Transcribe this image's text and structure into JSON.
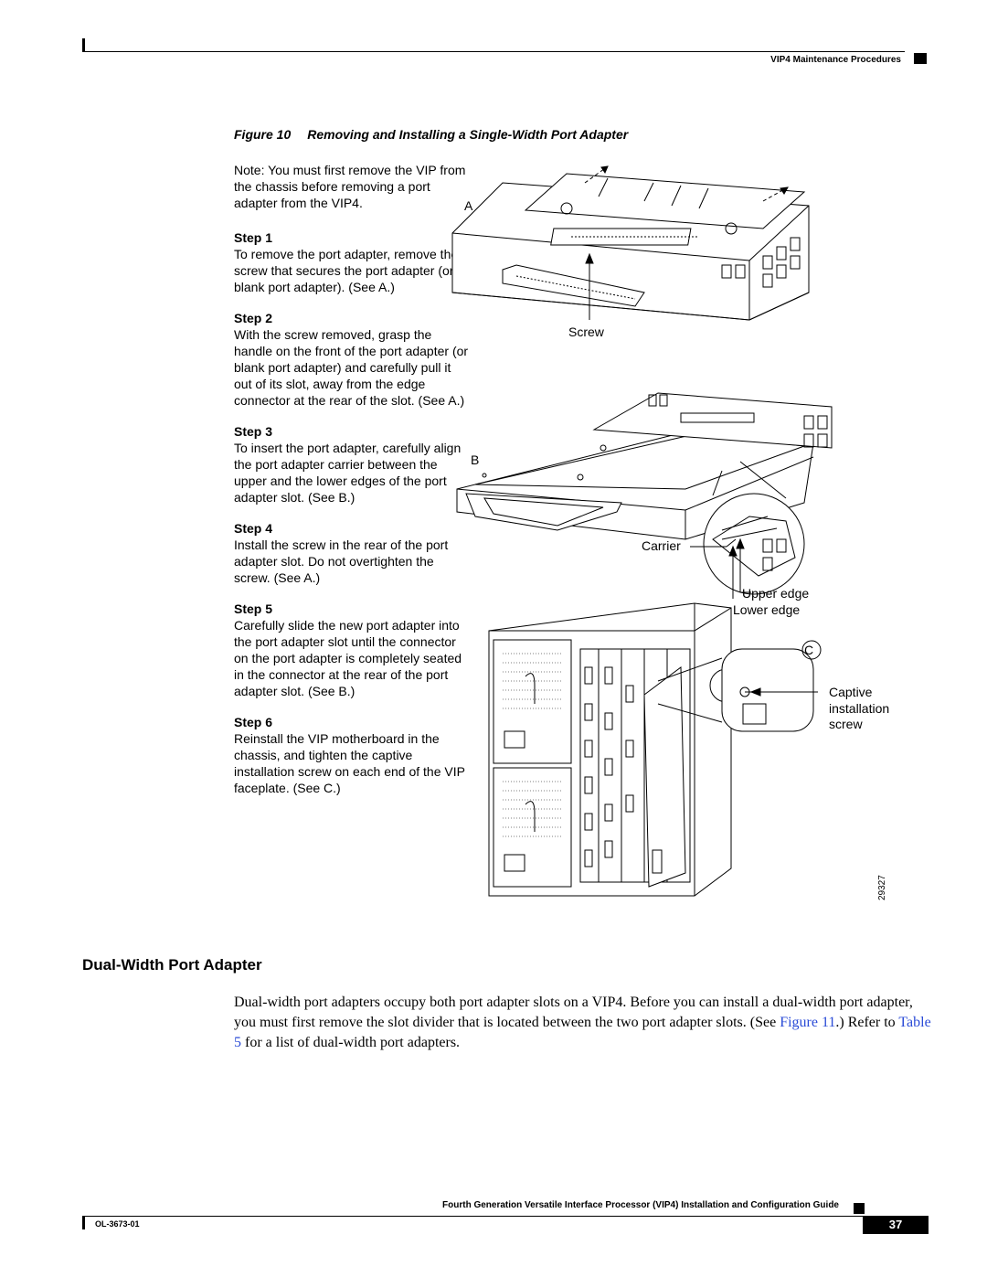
{
  "header": {
    "title": "VIP4 Maintenance Procedures"
  },
  "figure": {
    "number": "Figure 10",
    "caption": "Removing and Installing a Single-Width Port Adapter",
    "note": "Note: You must first remove the VIP from the chassis before removing a port adapter from the VIP4.",
    "steps": [
      {
        "label": "Step 1",
        "text": "To remove the port adapter, remove the screw that secures the port adapter (or blank port adapter). (See A.)"
      },
      {
        "label": "Step 2",
        "text": "With the screw removed, grasp the handle on the front of the port adapter (or blank port adapter) and carefully pull it out of its slot, away from the edge connector at the rear of the slot. (See A.)"
      },
      {
        "label": "Step 3",
        "text": "To insert the port adapter, carefully align the port adapter carrier between the upper and the lower edges of the port adapter slot. (See B.)"
      },
      {
        "label": "Step 4",
        "text": "Install the screw in the rear of the port adapter slot. Do not overtighten the screw. (See A.)"
      },
      {
        "label": "Step 5",
        "text": "Carefully slide the new port adapter into the port adapter slot until the connector on the port adapter is completely seated in the connector at the rear of the port adapter slot. (See B.)"
      },
      {
        "label": "Step 6",
        "text": "Reinstall the VIP motherboard in the chassis, and tighten the captive installation screw on each end of the VIP faceplate. (See C.)"
      }
    ],
    "callouts": {
      "a": "A",
      "b": "B",
      "c": "C",
      "screw": "Screw",
      "carrier": "Carrier",
      "upper_edge": "Upper edge",
      "lower_edge": "Lower edge",
      "captive_1": "Captive",
      "captive_2": "installation",
      "captive_3": "screw",
      "art_id": "29327"
    }
  },
  "section": {
    "heading": "Dual-Width Port Adapter",
    "para_before": "Dual-width port adapters occupy both port adapter slots on a VIP4. Before you can install a dual-width port adapter, you must first remove the slot divider that is located between the two port adapter slots. (See ",
    "link_figure": "Figure 11",
    "para_mid": ".) Refer to ",
    "link_table": "Table 5",
    "para_after": " for a list of dual-width port adapters."
  },
  "footer": {
    "title": "Fourth Generation Versatile Interface Processor (VIP4) Installation and Configuration Guide",
    "doc_number": "OL-3673-01",
    "page_number": "37"
  }
}
